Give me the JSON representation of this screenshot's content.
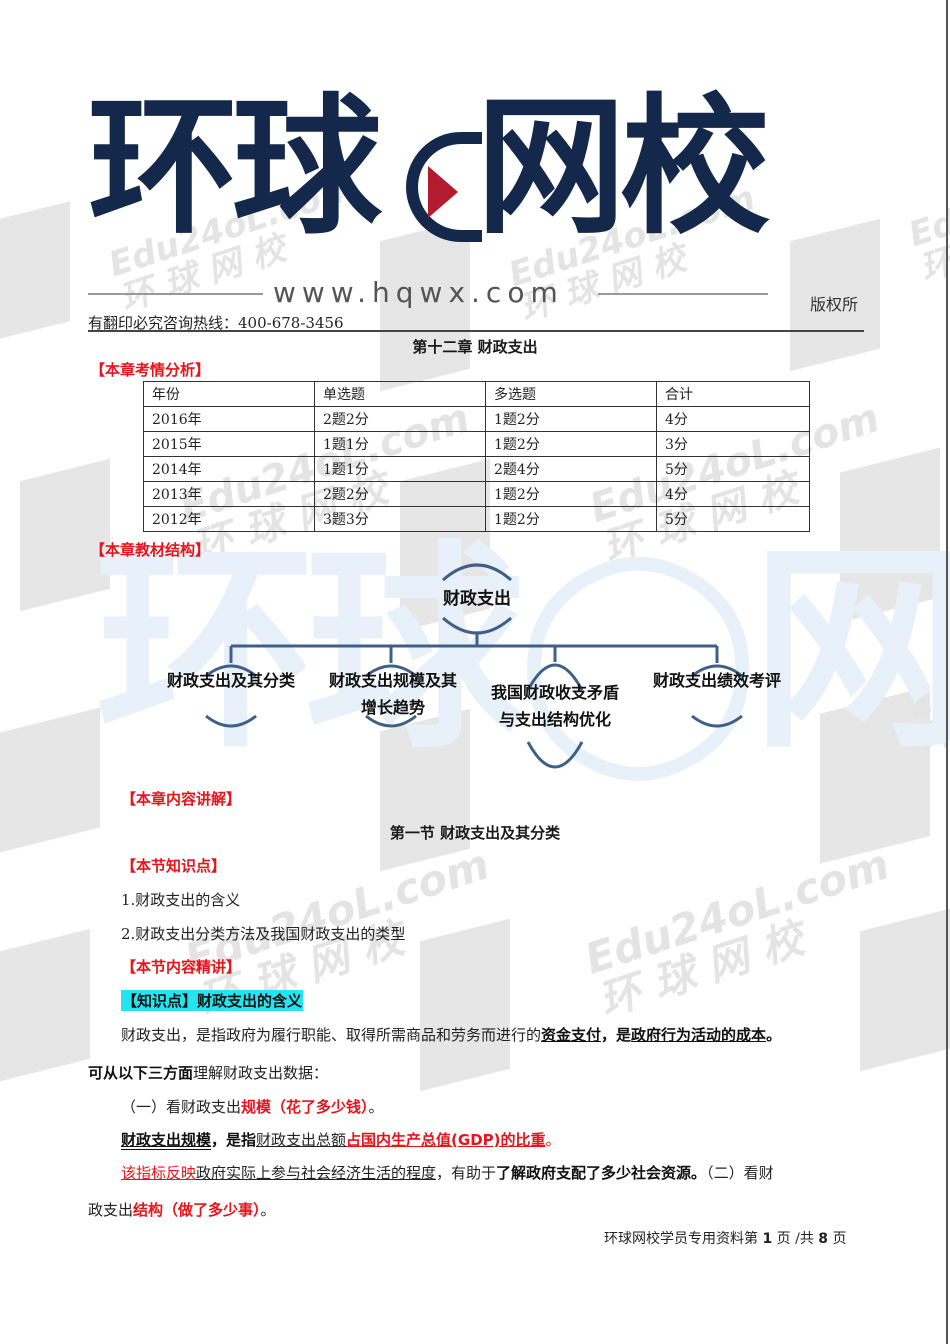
{
  "header": {
    "logo_text": "环球",
    "logo_text_2": "网校",
    "url": "www.hqwx.com",
    "copyright_right": "版权所",
    "hotline": "有翻印必究咨询热线：400-678-3456"
  },
  "watermark": {
    "brand": "Edu24oL.com",
    "brand_cn": "环 球 网 校",
    "big_logo": "环球◯网校"
  },
  "chapter_title": "第十二章  财政支出",
  "sections": {
    "exam_analysis": "【本章考情分析】",
    "structure": "【本章教材结构】",
    "content": "【本章内容讲解】",
    "knowledge_points": "【本节知识点】",
    "detailed": "【本节内容精讲】"
  },
  "exam_table": {
    "headers": [
      "年份",
      "单选题",
      "多选题",
      "合计"
    ],
    "rows": [
      [
        "2016年",
        "2题2分",
        "1题2分",
        "4分"
      ],
      [
        "2015年",
        "1题1分",
        "1题2分",
        "3分"
      ],
      [
        "2014年",
        "1题1分",
        "2题4分",
        "5分"
      ],
      [
        "2013年",
        "2题2分",
        "1题2分",
        "4分"
      ],
      [
        "2012年",
        "3题3分",
        "1题2分",
        "5分"
      ]
    ]
  },
  "diagram": {
    "root": "财政支出",
    "children": [
      "财政支出及其分类",
      "财政支出规模及其增长趋势",
      "我国财政收支矛盾与支出结构优化",
      "财政支出绩效考评"
    ],
    "line_color": "#3e6088"
  },
  "section_title": "第一节    财政支出及其分类",
  "knowledge_list": [
    "1.财政支出的含义",
    "2.财政支出分类方法及我国财政支出的类型"
  ],
  "knowledge_point_tag": "【知识点】财政支出的含义",
  "body": {
    "p1_a": "财政支出，是指政府为履行职能、取得所需商品和劳务而进行的",
    "p1_b": "资金支付",
    "p1_c": "，是",
    "p1_d": "政府行为活动的成本",
    "p1_e": "。",
    "p2_a": "可从以下三方面",
    "p2_b": "理解财政支出数据：",
    "p3_a": "（一）看财政支出",
    "p3_b": "规模（花了多少钱）",
    "p3_c": "。",
    "p4_a": "财政支出规模",
    "p4_b": "，是指",
    "p4_c": "财政支出总额",
    "p4_d": "占国内生产总值(GDP)的比重",
    "p4_e": "。",
    "p5_a": "该指标反映",
    "p5_b": "政府实际上参与社会经济生活的程度",
    "p5_c": "，有助于",
    "p5_d": "了解政府支配了多少社会资源。",
    "p5_e": "（二）看财",
    "p6_a": "政支出",
    "p6_b": "结构（做了多少事）",
    "p6_c": "。"
  },
  "footer": {
    "prefix": "环球网校学员专用资料第 ",
    "page": "1",
    "mid": " 页 /共 ",
    "total": "8",
    "suffix": " 页"
  },
  "colors": {
    "accent_red": "#e8141c",
    "logo_navy": "#13284a",
    "logo_red": "#b31b2e",
    "highlight_cyan": "#22e5f0"
  }
}
